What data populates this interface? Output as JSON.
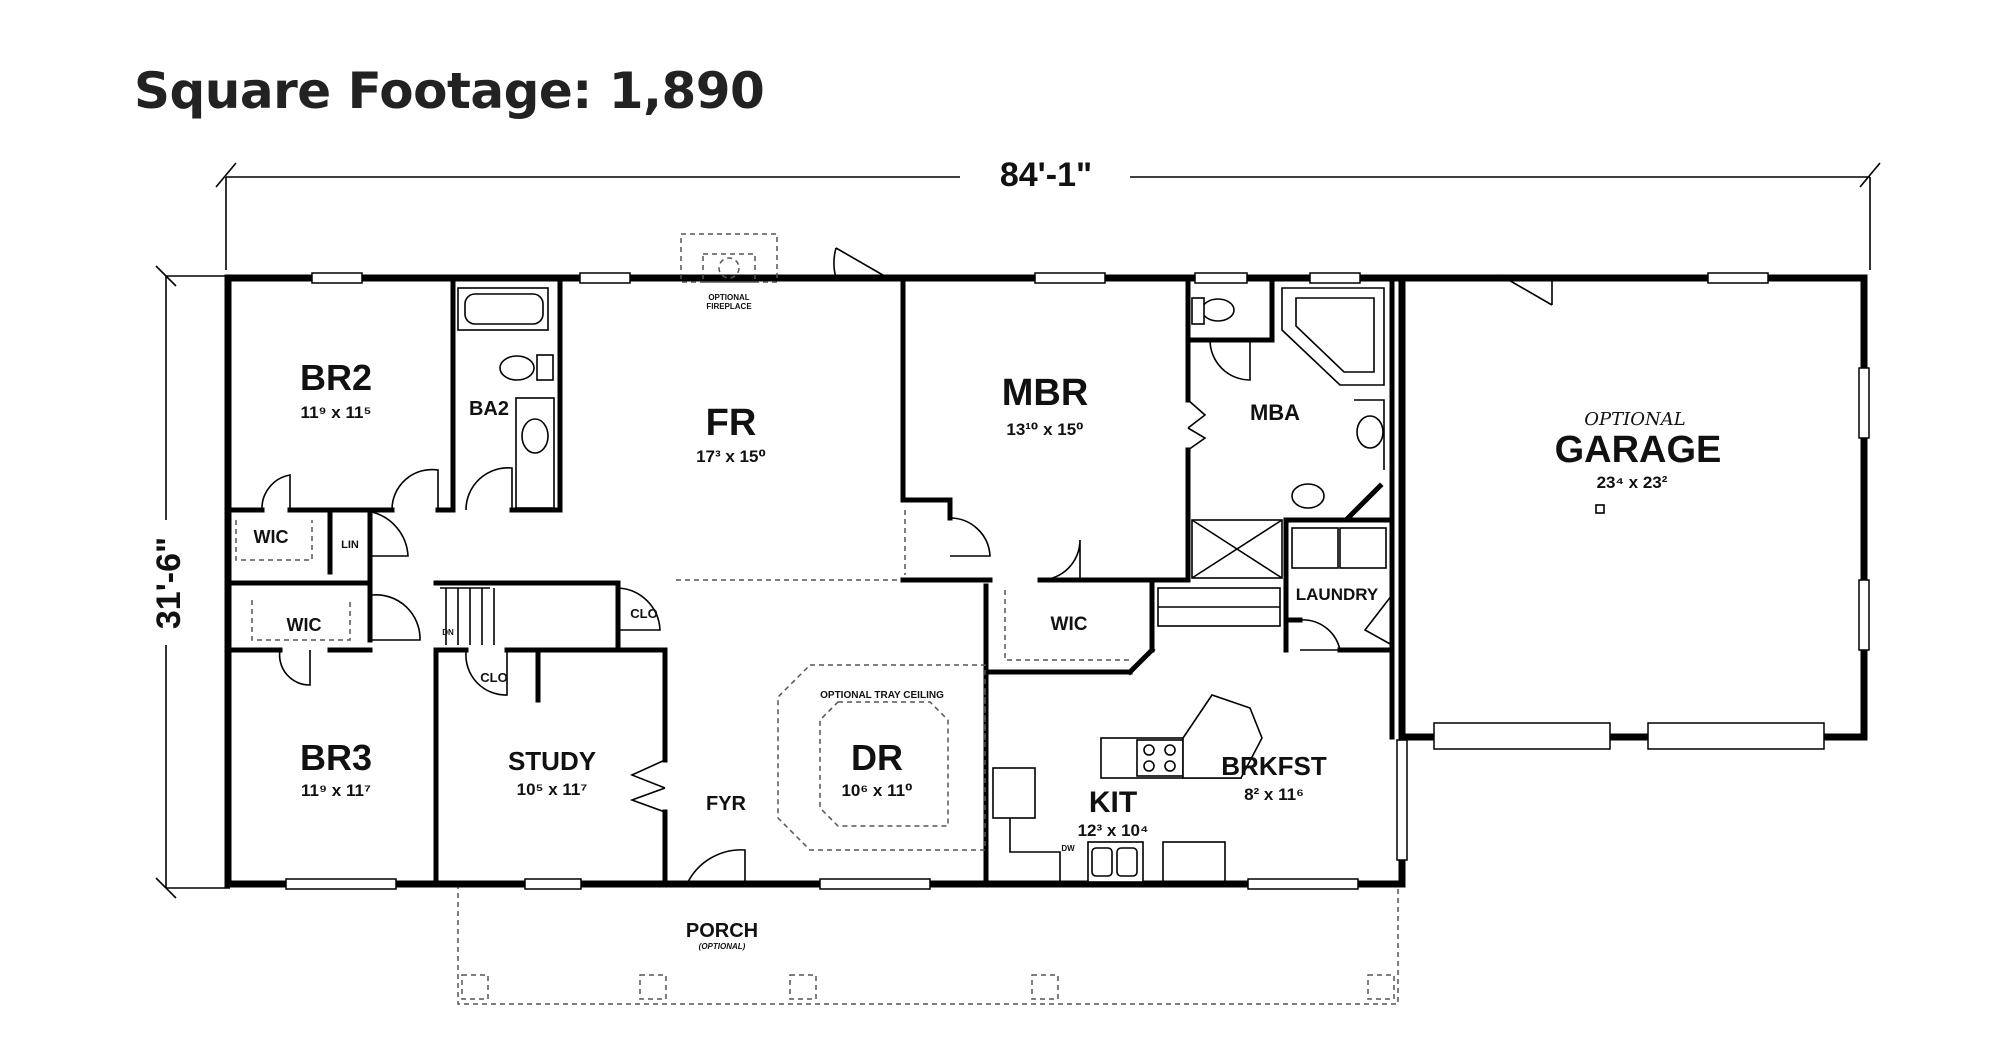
{
  "title": "Square Footage: 1,890",
  "dimensions": {
    "width": "84'-1\"",
    "depth": "31'-6\""
  },
  "rooms": {
    "br2": {
      "name": "BR2",
      "size": "11⁹ x 11⁵"
    },
    "ba2": {
      "name": "BA2"
    },
    "fr": {
      "name": "FR",
      "size": "17³ x 15⁰"
    },
    "fireplace": {
      "line1": "OPTIONAL",
      "line2": "FIREPLACE"
    },
    "mbr": {
      "name": "MBR",
      "size": "13¹⁰ x 15⁰"
    },
    "mba": {
      "name": "MBA"
    },
    "garage": {
      "optional": "OPTIONAL",
      "name": "GARAGE",
      "size": "23⁴ x 23²"
    },
    "wic_br2": {
      "name": "WIC"
    },
    "lin": {
      "name": "LIN"
    },
    "wic_br3": {
      "name": "WIC"
    },
    "dn": {
      "name": "DN"
    },
    "clo_hall": {
      "name": "CLO"
    },
    "clo_study": {
      "name": "CLO"
    },
    "wic_mbr": {
      "name": "WIC"
    },
    "laundry": {
      "name": "LAUNDRY"
    },
    "br3": {
      "name": "BR3",
      "size": "11⁹ x 11⁷"
    },
    "study": {
      "name": "STUDY",
      "size": "10⁵ x 11⁷"
    },
    "tray": {
      "name": "OPTIONAL TRAY CEILING"
    },
    "dr": {
      "name": "DR",
      "size": "10⁶ x 11⁰"
    },
    "fyr": {
      "name": "FYR"
    },
    "kit": {
      "name": "KIT",
      "size": "12³ x 10⁴"
    },
    "dw": {
      "name": "DW"
    },
    "brkfst": {
      "name": "BRKFST",
      "size": "8² x 11⁶"
    },
    "porch": {
      "name": "PORCH",
      "optional": "(OPTIONAL)"
    }
  }
}
